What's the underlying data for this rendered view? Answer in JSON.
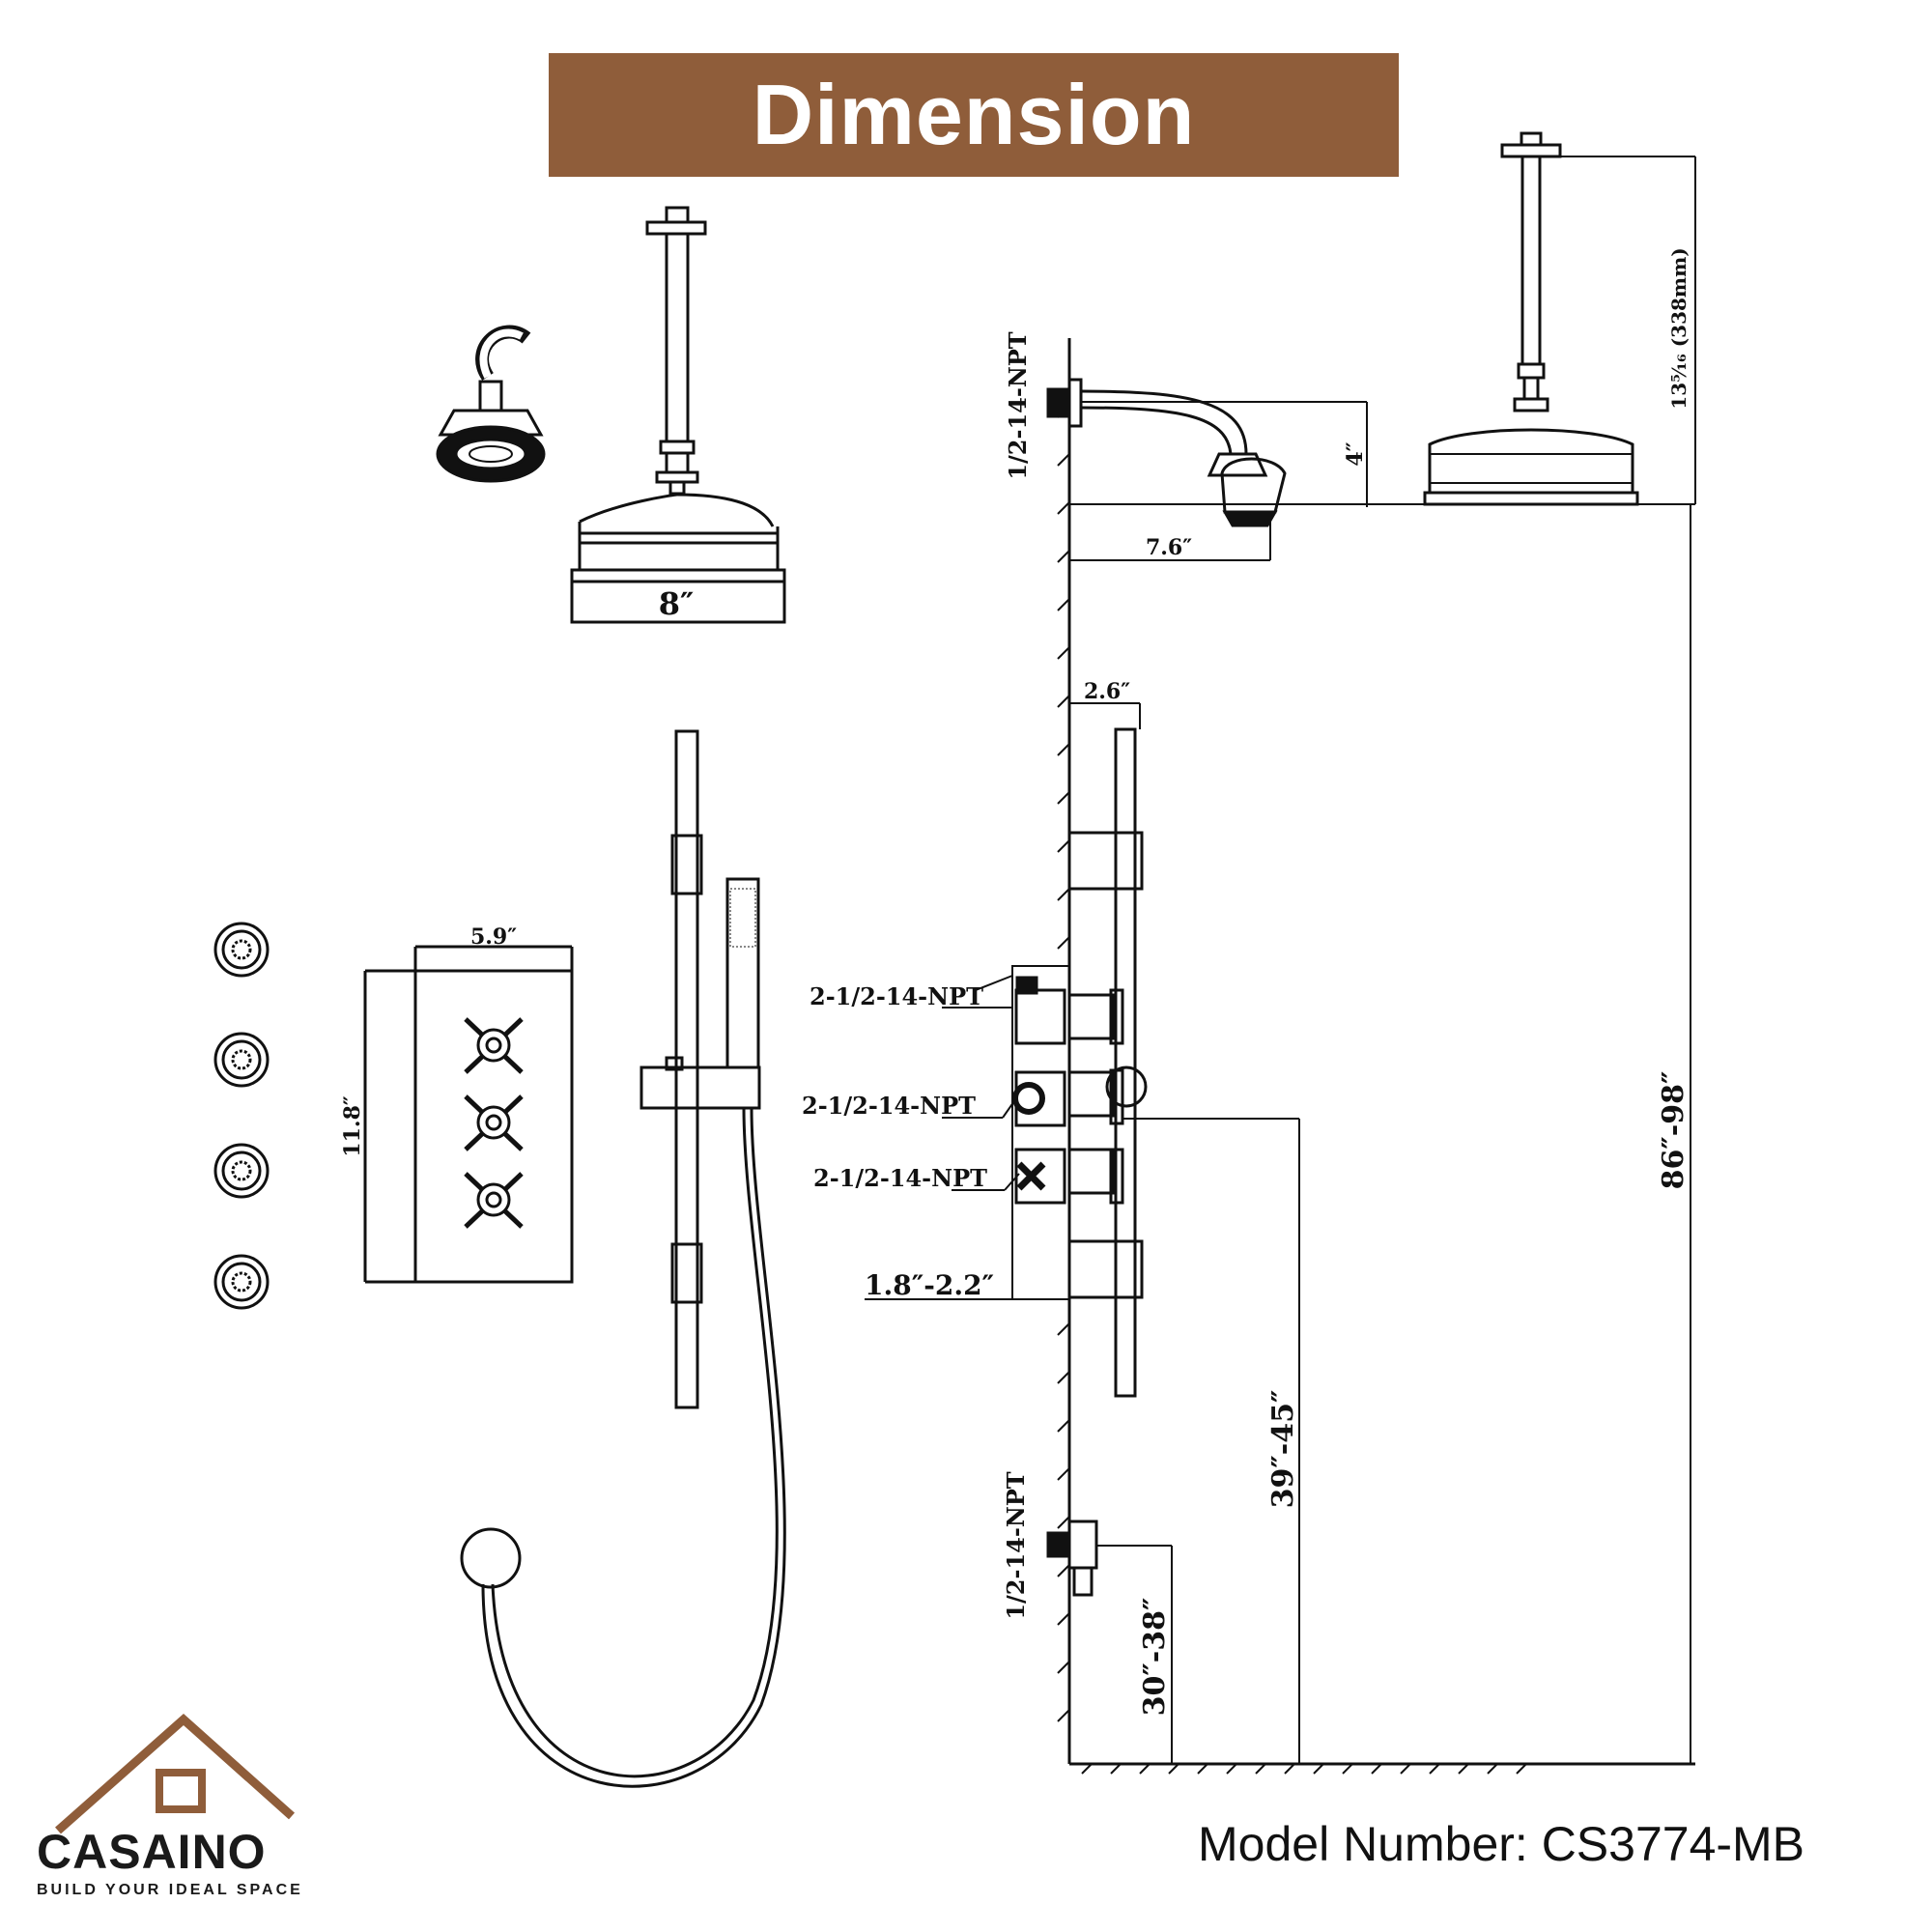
{
  "banner": {
    "title": "Dimension",
    "color": "#8f5d3a"
  },
  "model": {
    "text": "Model Number: CS3774-MB"
  },
  "brand": {
    "name": "CASAINO",
    "tagline": "BUILD YOUR IDEAL SPACE",
    "color": "#8f5d3a"
  },
  "dimensions": {
    "rain_head_width": "8″",
    "trim_width": "5.9″",
    "trim_height": "11.8″",
    "arm_drop": "4″",
    "arm_reach": "7.6″",
    "bar_depth": "2.6″",
    "wall_depth": "1.8″-2.2″",
    "valve_height": "39″-45″",
    "outlet_height": "30″-38″",
    "ceiling_height": "86″-98″",
    "ceiling_arm": "13⁵⁄₁₆ (338mm)"
  },
  "fittings": {
    "top_inlet": "1/2-14-NPT",
    "bottom_inlet": "1/2-14-NPT",
    "valve_port_1": "2-1/2-14-NPT",
    "valve_port_2": "2-1/2-14-NPT",
    "valve_port_3": "2-1/2-14-NPT"
  }
}
